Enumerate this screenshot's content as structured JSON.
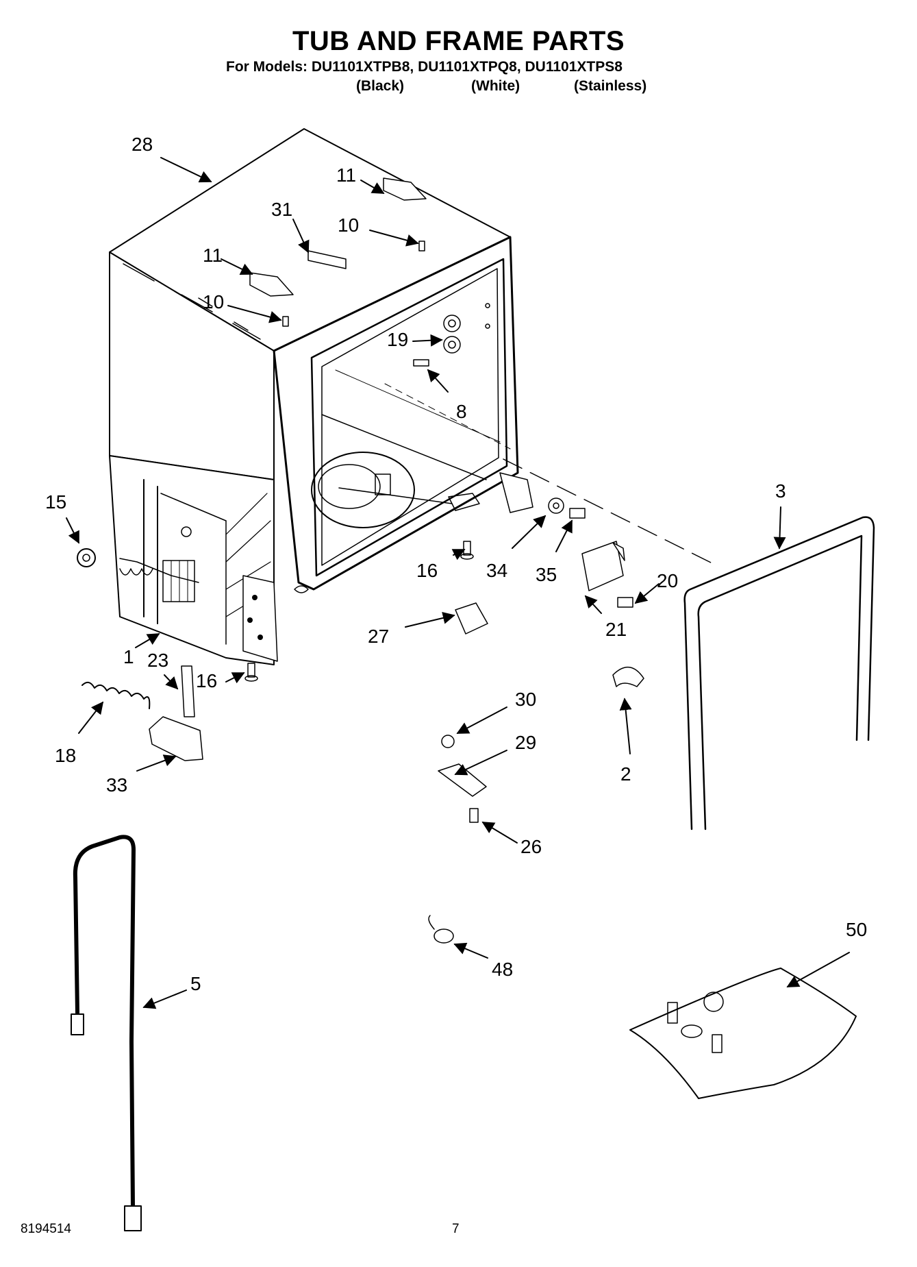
{
  "header": {
    "title": "TUB AND FRAME PARTS",
    "models_line": "For Models: DU1101XTPB8, DU1101XTPQ8, DU1101XTPS8",
    "variants": [
      "(Black)",
      "(White)",
      "(Stainless)"
    ]
  },
  "callouts": [
    "28",
    "11",
    "31",
    "10",
    "11",
    "10",
    "19",
    "8",
    "15",
    "3",
    "16",
    "34",
    "20",
    "35",
    "21",
    "27",
    "1",
    "23",
    "16",
    "18",
    "30",
    "29",
    "2",
    "33",
    "26",
    "48",
    "50",
    "5"
  ],
  "footer": {
    "doc_number": "8194514",
    "page_number": "7"
  }
}
